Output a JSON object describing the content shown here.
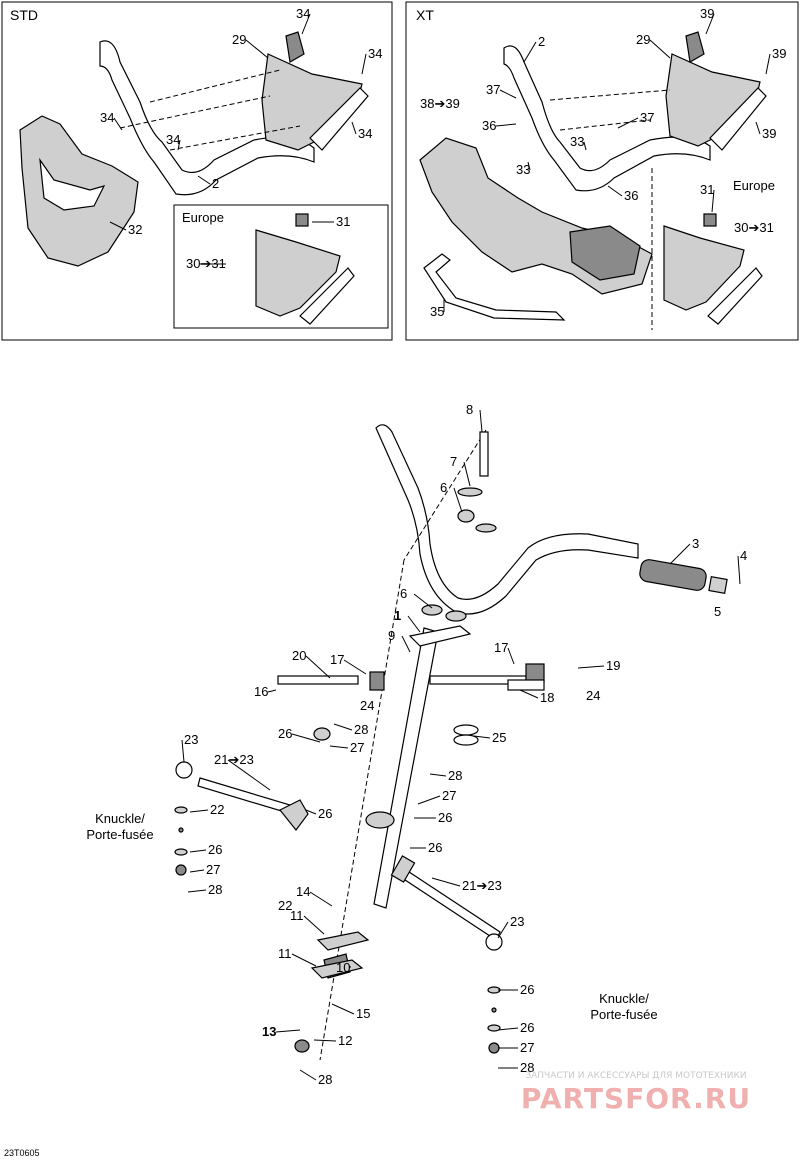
{
  "panels": {
    "std": {
      "title": "STD",
      "europe_label": "Europe",
      "callouts": [
        "34",
        "29",
        "34",
        "34",
        "34",
        "34",
        "2",
        "32",
        "31",
        "30➔31"
      ]
    },
    "xt": {
      "title": "XT",
      "europe_label": "Europe",
      "callouts": [
        "39",
        "2",
        "29",
        "39",
        "37",
        "38➔39",
        "36",
        "37",
        "39",
        "33",
        "33",
        "36",
        "35",
        "31",
        "30➔31"
      ]
    }
  },
  "main": {
    "callouts": [
      "8",
      "7",
      "6",
      "3",
      "4",
      "5",
      "6",
      "1",
      "9",
      "17",
      "19",
      "20",
      "17",
      "16",
      "24",
      "18",
      "28",
      "24",
      "26",
      "27",
      "25",
      "23",
      "21➔23",
      "28",
      "27",
      "26",
      "26",
      "22",
      "26",
      "26",
      "27",
      "28",
      "14",
      "11",
      "22",
      "21➔23",
      "23",
      "11",
      "10",
      "15",
      "13",
      "12",
      "28",
      "26",
      "26",
      "27",
      "28"
    ],
    "knuckle_left": [
      "Knuckle/",
      "Porte-fusée"
    ],
    "knuckle_right": [
      "Knuckle/",
      "Porte-fusée"
    ]
  },
  "figure_code": "23T0605",
  "watermark": {
    "line1": "ЗАПЧАСТИ И АКСЕССУАРЫ ДЛЯ МОТОТЕХНИКИ",
    "line2": "PARTSFOR.RU"
  }
}
